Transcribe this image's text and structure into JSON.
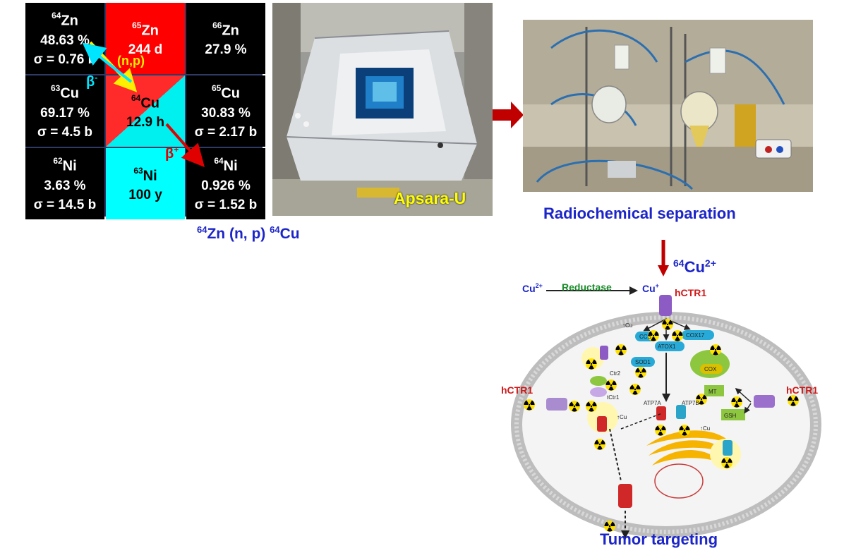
{
  "nuclide_chart": {
    "cells": [
      {
        "mass": "64",
        "element": "Zn",
        "lines": [
          "48.63 %",
          "σ  = 0.76 b"
        ],
        "color": "black"
      },
      {
        "mass": "65",
        "element": "Zn",
        "lines": [
          "244 d"
        ],
        "color": "red"
      },
      {
        "mass": "66",
        "element": "Zn",
        "lines": [
          "27.9 %"
        ],
        "color": "black"
      },
      {
        "mass": "63",
        "element": "Cu",
        "lines": [
          "69.17 %",
          "σ  = 4.5 b"
        ],
        "color": "black"
      },
      {
        "mass": "64",
        "element": "Cu",
        "lines": [
          "12.9 h"
        ],
        "color": "split"
      },
      {
        "mass": "65",
        "element": "Cu",
        "lines": [
          "30.83 %",
          "σ = 2.17 b"
        ],
        "color": "black"
      },
      {
        "mass": "62",
        "element": "Ni",
        "lines": [
          "3.63 %",
          "σ  = 14.5 b"
        ],
        "color": "black"
      },
      {
        "mass": "63",
        "element": "Ni",
        "lines": [
          "100 y"
        ],
        "color": "cyan"
      },
      {
        "mass": "64",
        "element": "Ni",
        "lines": [
          "0.926 %",
          "σ = 1.52 b"
        ],
        "color": "black"
      }
    ],
    "np_label": "(n,p)",
    "beta_minus": "β",
    "beta_minus_sup": "-",
    "beta_plus": "β",
    "beta_plus_sup": "+"
  },
  "reaction_caption": {
    "m1": "64",
    "text1": "Zn (n, p) ",
    "m2": "64",
    "text2": "Cu"
  },
  "reactor_photo": {
    "label": "Apsara-U"
  },
  "lab_photo": {
    "caption": "Radiochemical separation"
  },
  "cell_diagram": {
    "ion_mass": "64",
    "ion_element": "Cu",
    "ion_charge": "2+",
    "cu2_label": "Cu",
    "cu2_sup": "2+",
    "reductase_label": "Reductase",
    "cu1_label": "Cu",
    "cu1_sup": "+",
    "hctr1_top": "hCTR1",
    "hctr1_left": "hCTR1",
    "hctr1_right": "hCTR1",
    "cu_small": "↑Cu",
    "ccs": "CCS",
    "atox1": "ATOX1",
    "cox17": "COX17",
    "sod1": "SOD1",
    "cox": "COX",
    "ctr2": "Ctr2",
    "tctr1": "tCtr1",
    "mt": "MT",
    "gsh": "GSH",
    "atp7a": "ATP7A",
    "atp7b": "ATP7B",
    "cu_small2": "↑Cu",
    "cu_small3": "↑Cu"
  },
  "tumor_caption": "Tumor targeting",
  "colors": {
    "caption_blue": "#1c25c8",
    "arrow_red": "#c00000",
    "apsara_yellow": "#ffff00"
  }
}
